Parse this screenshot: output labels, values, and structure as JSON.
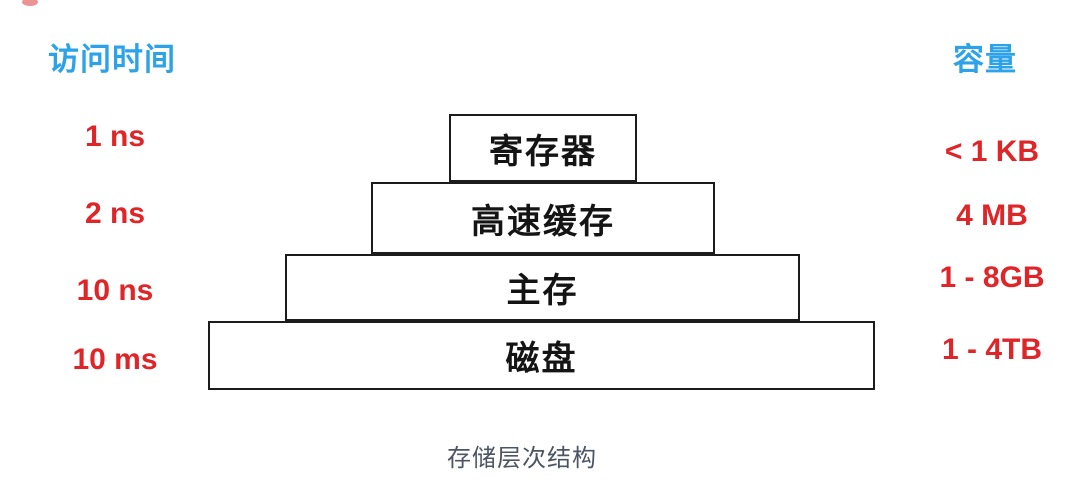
{
  "diagram": {
    "left_header": "访问时间",
    "right_header": "容量",
    "caption": "存储层次结构",
    "levels": [
      {
        "name": "寄存器",
        "access_time": "1 ns",
        "capacity": "< 1 KB"
      },
      {
        "name": "高速缓存",
        "access_time": "2 ns",
        "capacity": "4 MB"
      },
      {
        "name": "主存",
        "access_time": "10 ns",
        "capacity": "1 - 8GB"
      },
      {
        "name": "磁盘",
        "access_time": "10 ms",
        "capacity": "1 - 4TB"
      }
    ],
    "colors": {
      "header_blue": "#2ca2e8",
      "value_red": "#e02528",
      "box_border": "#1c1c1c",
      "box_fill": "#ffffff",
      "caption_gray": "#4b5563",
      "background": "#ffffff"
    }
  }
}
